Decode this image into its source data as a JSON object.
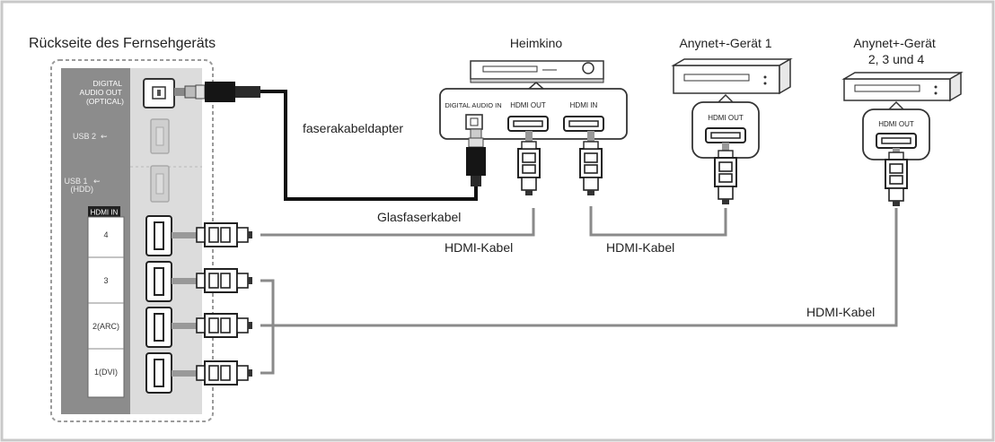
{
  "tv": {
    "title": "Rückseite des Fernsehgeräts",
    "digital_audio_out": [
      "DIGITAL",
      "AUDIO OUT",
      "(OPTICAL)"
    ],
    "usb2": "USB 2",
    "usb1": [
      "USB 1",
      "(HDD)"
    ],
    "hdmi_in_header": "HDMI IN",
    "hdmi_ports": [
      "4",
      "3",
      "2(ARC)",
      "1(DVI)"
    ]
  },
  "home_theater": {
    "title": "Heimkino",
    "port_digital_audio_in": "DIGITAL AUDIO IN",
    "port_hdmi_out": "HDMI OUT",
    "port_hdmi_in": "HDMI IN"
  },
  "anynet1": {
    "title": "Anynet+-Gerät 1",
    "port_hdmi_out": "HDMI OUT"
  },
  "anynet234": {
    "title_lines": [
      "Anynet+-Gerät",
      "2, 3 und 4"
    ],
    "port_hdmi_out": "HDMI OUT"
  },
  "labels": {
    "adapter": "faserakabeldapter",
    "optical_cable": "Glasfaserkabel",
    "hdmi_cable_1": "HDMI-Kabel",
    "hdmi_cable_2": "HDMI-Kabel",
    "hdmi_cable_3": "HDMI-Kabel"
  }
}
